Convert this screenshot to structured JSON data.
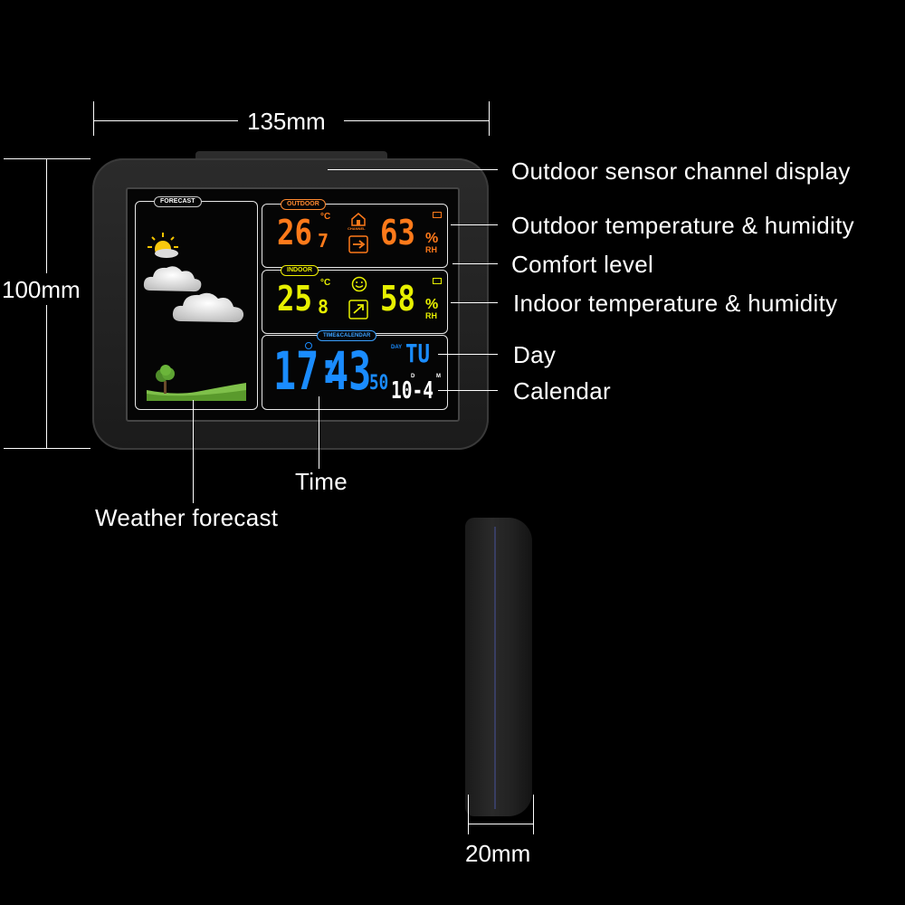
{
  "dimensions": {
    "width": "135mm",
    "height": "100mm",
    "depth": "20mm"
  },
  "callouts": {
    "outdoor_sensor_channel": "Outdoor sensor channel display",
    "outdoor_temp_humidity": "Outdoor temperature & humidity",
    "comfort_level": "Comfort level",
    "indoor_temp_humidity": "Indoor temperature & humidity",
    "day": "Day",
    "calendar": "Calendar",
    "time": "Time",
    "weather_forecast": "Weather forecast"
  },
  "display": {
    "forecast_tag": "FORECAST",
    "outdoor": {
      "tag": "OUTDOOR",
      "temp_int": "26",
      "temp_dec": "7",
      "temp_unit": "°C",
      "humidity": "63",
      "humidity_unit": "%",
      "rh": "RH",
      "channel_label": "CHANNEL"
    },
    "indoor": {
      "tag": "INDOOR",
      "temp_int": "25",
      "temp_dec": "8",
      "temp_unit": "°C",
      "humidity": "58",
      "humidity_unit": "%",
      "rh": "RH"
    },
    "time_calendar": {
      "tag": "TIME&CALENDAR",
      "hours": "17",
      "minutes": "43",
      "seconds": "50",
      "day_label": "DAY",
      "day": "TU",
      "date": "10-4",
      "d_label": "D",
      "m_label": "M"
    }
  },
  "colors": {
    "outdoor": "#ff7a1a",
    "indoor": "#e7f000",
    "time": "#1a8cff",
    "calendar": "#ffffff",
    "tag_outdoor": "#ff8a30",
    "tag_indoor": "#f0f000",
    "tag_time": "#3aa0ff"
  },
  "icons": [
    "sun-icon",
    "cloud-icon",
    "tree-icon",
    "house-icon",
    "arrow-right-icon",
    "smiley-icon",
    "arrow-up-icon",
    "alarm-icon",
    "battery-icon"
  ]
}
